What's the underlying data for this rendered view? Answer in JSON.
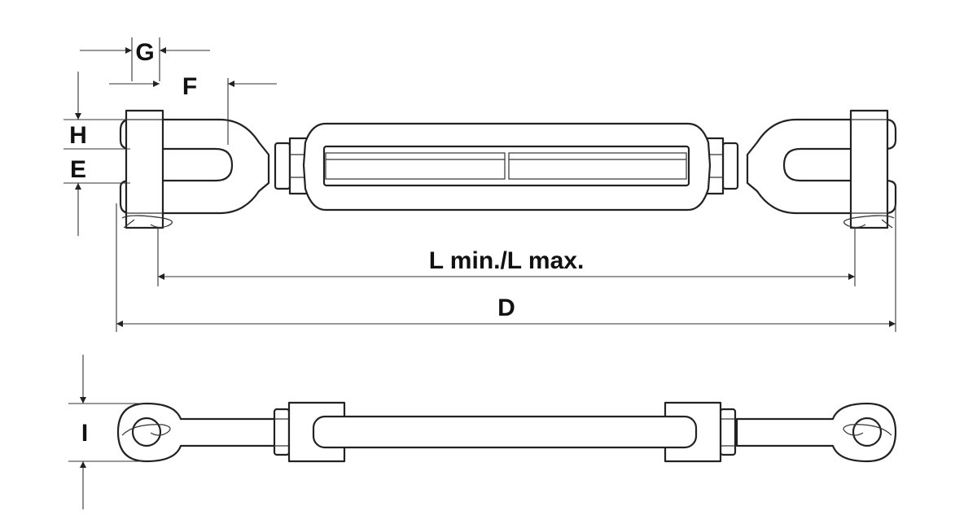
{
  "labels": {
    "G": "G",
    "F": "F",
    "H": "H",
    "E": "E",
    "I": "I",
    "L": "L min./L max.",
    "D": "D"
  }
}
